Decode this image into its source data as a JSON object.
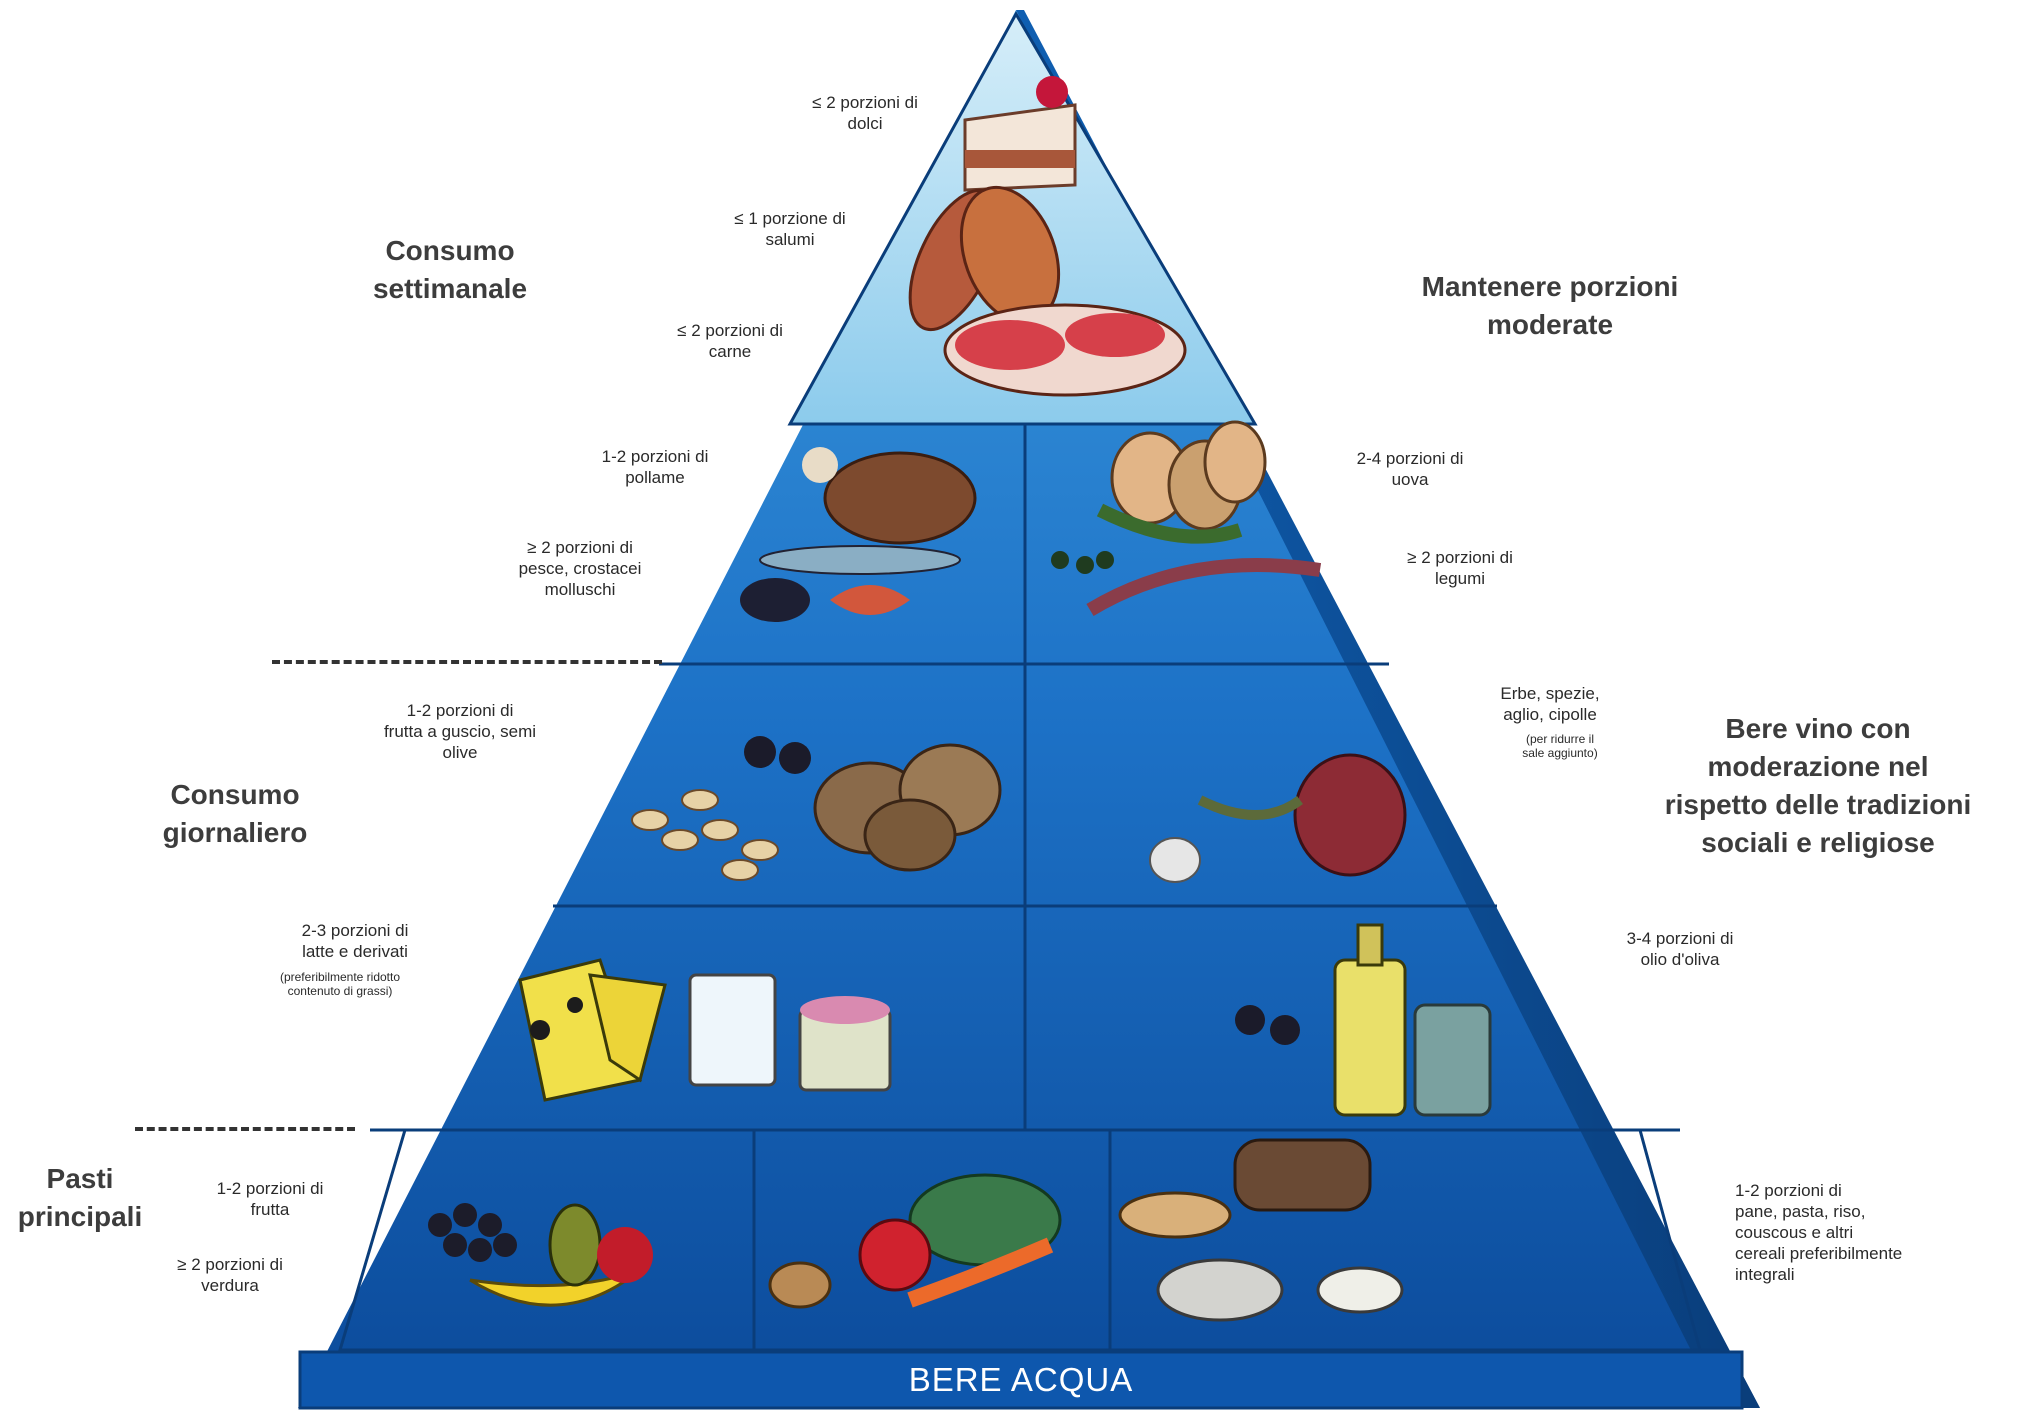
{
  "headers": {
    "weekly": "Consumo\nsettimanale",
    "moderate": "Mantenere porzioni\nmoderate",
    "daily": "Consumo\ngiornaliero",
    "wine": "Bere vino con\nmoderazione nel\nrispetto delle tradizioni\nsociali e religiose",
    "meals": "Pasti\nprincipali"
  },
  "labels": {
    "sweets": "≤ 2 porzioni di\ndolci",
    "cured_meat": "≤ 1 porzione di\nsalumi",
    "meat": "≤ 2 porzioni di\ncarne",
    "poultry": "1-2 porzioni di\npollame",
    "fish": "≥ 2 porzioni di\npesce, crostacei\nmolluschi",
    "eggs": "2-4 porzioni di\nuova",
    "legumes": "≥ 2 porzioni di\nlegumi",
    "nuts": "1-2 porzioni di\nfrutta a guscio, semi\nolive",
    "herbs": "Erbe, spezie,\naglio, cipolle",
    "herbs_note": "(per ridurre il\nsale aggiunto)",
    "dairy": "2-3 porzioni di\nlatte e derivati",
    "dairy_note": "(preferibilmente ridotto\ncontenuto di grassi)",
    "oil": "3-4 porzioni di\nolio d'oliva",
    "fruit": "1-2 porzioni di\nfrutta",
    "vegetables": "≥ 2 porzioni di\nverdura",
    "cereals": "1-2 porzioni di\npane, pasta, riso,\ncouscous e altri\ncereali preferibilmente\nintegrali"
  },
  "base_banner": "BERE ACQUA",
  "colors": {
    "pyramid_top": "#a9d8ef",
    "pyramid_mid": "#2f8fd6",
    "pyramid_bottom": "#0b4a9a",
    "edge_dark": "#0a3d7a",
    "text": "#2a2a2a",
    "header_text": "#3d3d3d"
  }
}
